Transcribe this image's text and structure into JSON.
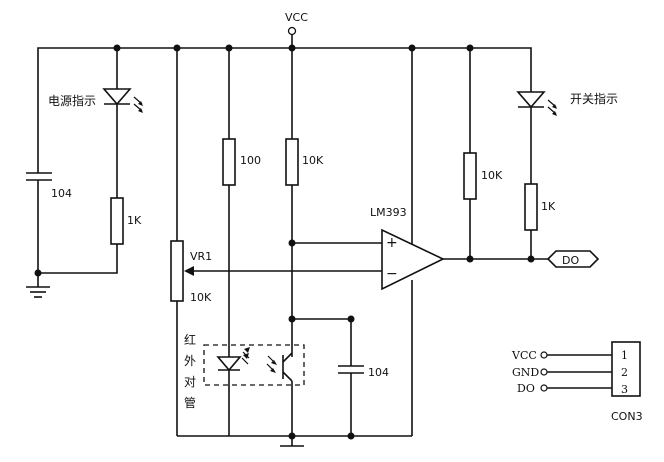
{
  "power": {
    "vcc_label": "VCC"
  },
  "components": {
    "led_power": {
      "label": "电源指示"
    },
    "led_switch": {
      "label": "开关指示"
    },
    "cap_left": {
      "value": "104"
    },
    "r_led_power": {
      "value": "1K"
    },
    "r_100": {
      "value": "100"
    },
    "r_10k_mid": {
      "value": "10K"
    },
    "r_10k_right": {
      "value": "10K"
    },
    "r_led_switch": {
      "value": "1K"
    },
    "pot": {
      "name": "VR1",
      "value": "10K"
    },
    "comparator": {
      "name": "LM393",
      "plus": "+",
      "minus": "−"
    },
    "cap_bottom": {
      "value": "104"
    },
    "ir_pair": {
      "label_chars": [
        "红",
        "外",
        "对",
        "管"
      ]
    }
  },
  "output_tag": {
    "label": "DO"
  },
  "connector": {
    "name": "CON3",
    "pins": [
      {
        "number": "1",
        "signal": "VCC"
      },
      {
        "number": "2",
        "signal": "GND"
      },
      {
        "number": "3",
        "signal": "DO"
      }
    ]
  }
}
